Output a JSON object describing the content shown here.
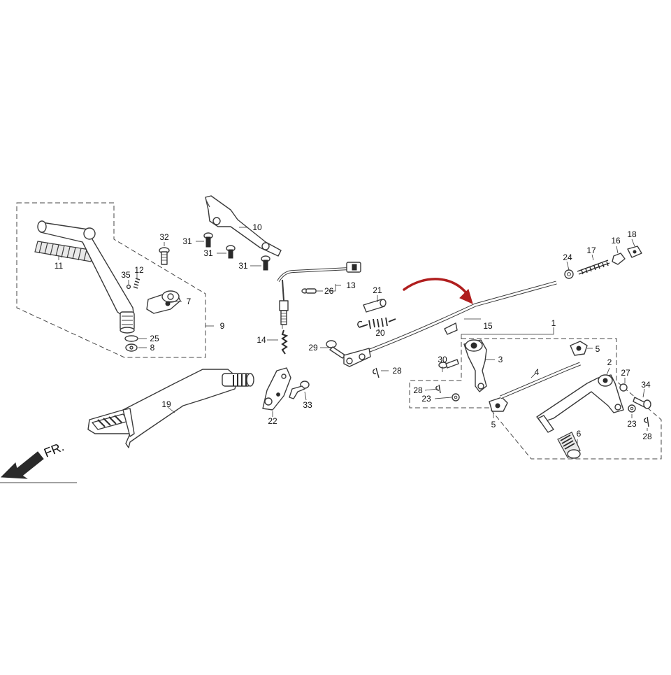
{
  "direction_marker": {
    "label": "FR.",
    "icon": "front-arrow-icon"
  },
  "highlight_arrow": {
    "icon": "curved-arrow-icon",
    "color": "#b01e1e"
  },
  "callouts": {
    "c1": "1",
    "c2": "2",
    "c3": "3",
    "c4": "4",
    "c5a": "5",
    "c5b": "5",
    "c6": "6",
    "c7": "7",
    "c8": "8",
    "c9": "9",
    "c10": "10",
    "c11": "11",
    "c12": "12",
    "c13": "13",
    "c14": "14",
    "c15": "15",
    "c16": "16",
    "c17": "17",
    "c18": "18",
    "c19": "19",
    "c20": "20",
    "c21": "21",
    "c22": "22",
    "c23a": "23",
    "c23b": "23",
    "c24": "24",
    "c25": "25",
    "c26": "26",
    "c27": "27",
    "c28a": "28",
    "c28b": "28",
    "c28c": "28",
    "c29": "29",
    "c30": "30",
    "c31a": "31",
    "c31b": "31",
    "c31c": "31",
    "c32": "32",
    "c33": "33",
    "c34": "34",
    "c35": "35"
  }
}
